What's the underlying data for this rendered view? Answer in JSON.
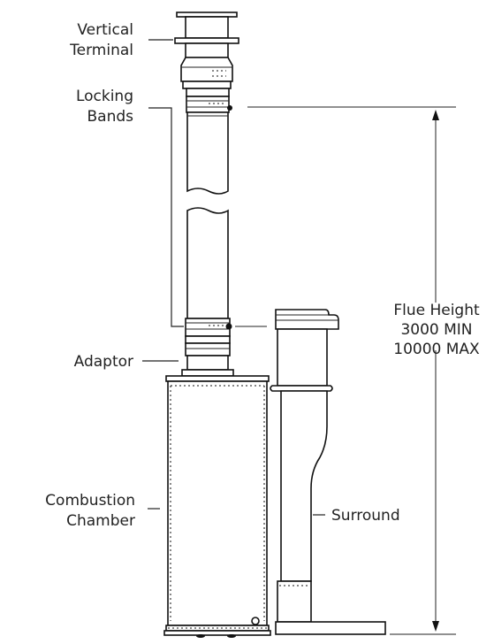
{
  "labels": {
    "vertical_terminal": [
      "Vertical",
      "Terminal"
    ],
    "locking_bands": [
      "Locking",
      "Bands"
    ],
    "adaptor": "Adaptor",
    "combustion_chamber": [
      "Combustion",
      "Chamber"
    ],
    "surround": "Surround",
    "flue_height": [
      "Flue Height",
      "3000 MIN",
      "10000 MAX"
    ]
  }
}
